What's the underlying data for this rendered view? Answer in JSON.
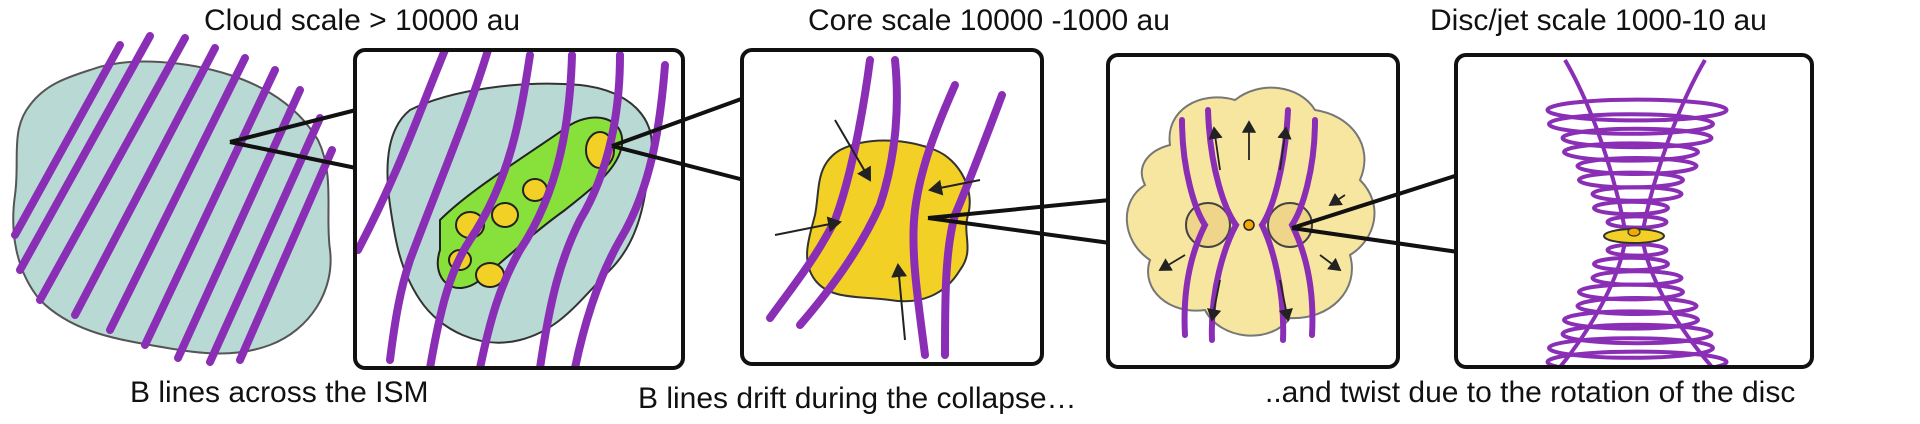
{
  "labels": {
    "cloud_scale": "Cloud scale > 10000 au",
    "core_scale": "Core scale 10000 -1000 au",
    "disc_scale": "Disc/jet scale 1000-10 au"
  },
  "captions": {
    "ism": "B lines across the ISM",
    "drift": "B lines drift during the collapse…",
    "twist": "..and twist due to the rotation of the disc"
  },
  "colors": {
    "cloud": "#b9d9d4",
    "field_line": "#8a2fb5",
    "dense_gas": "#88e03a",
    "core": "#f2d026",
    "envelope": "#f7e6a0",
    "outline": "#111111"
  }
}
